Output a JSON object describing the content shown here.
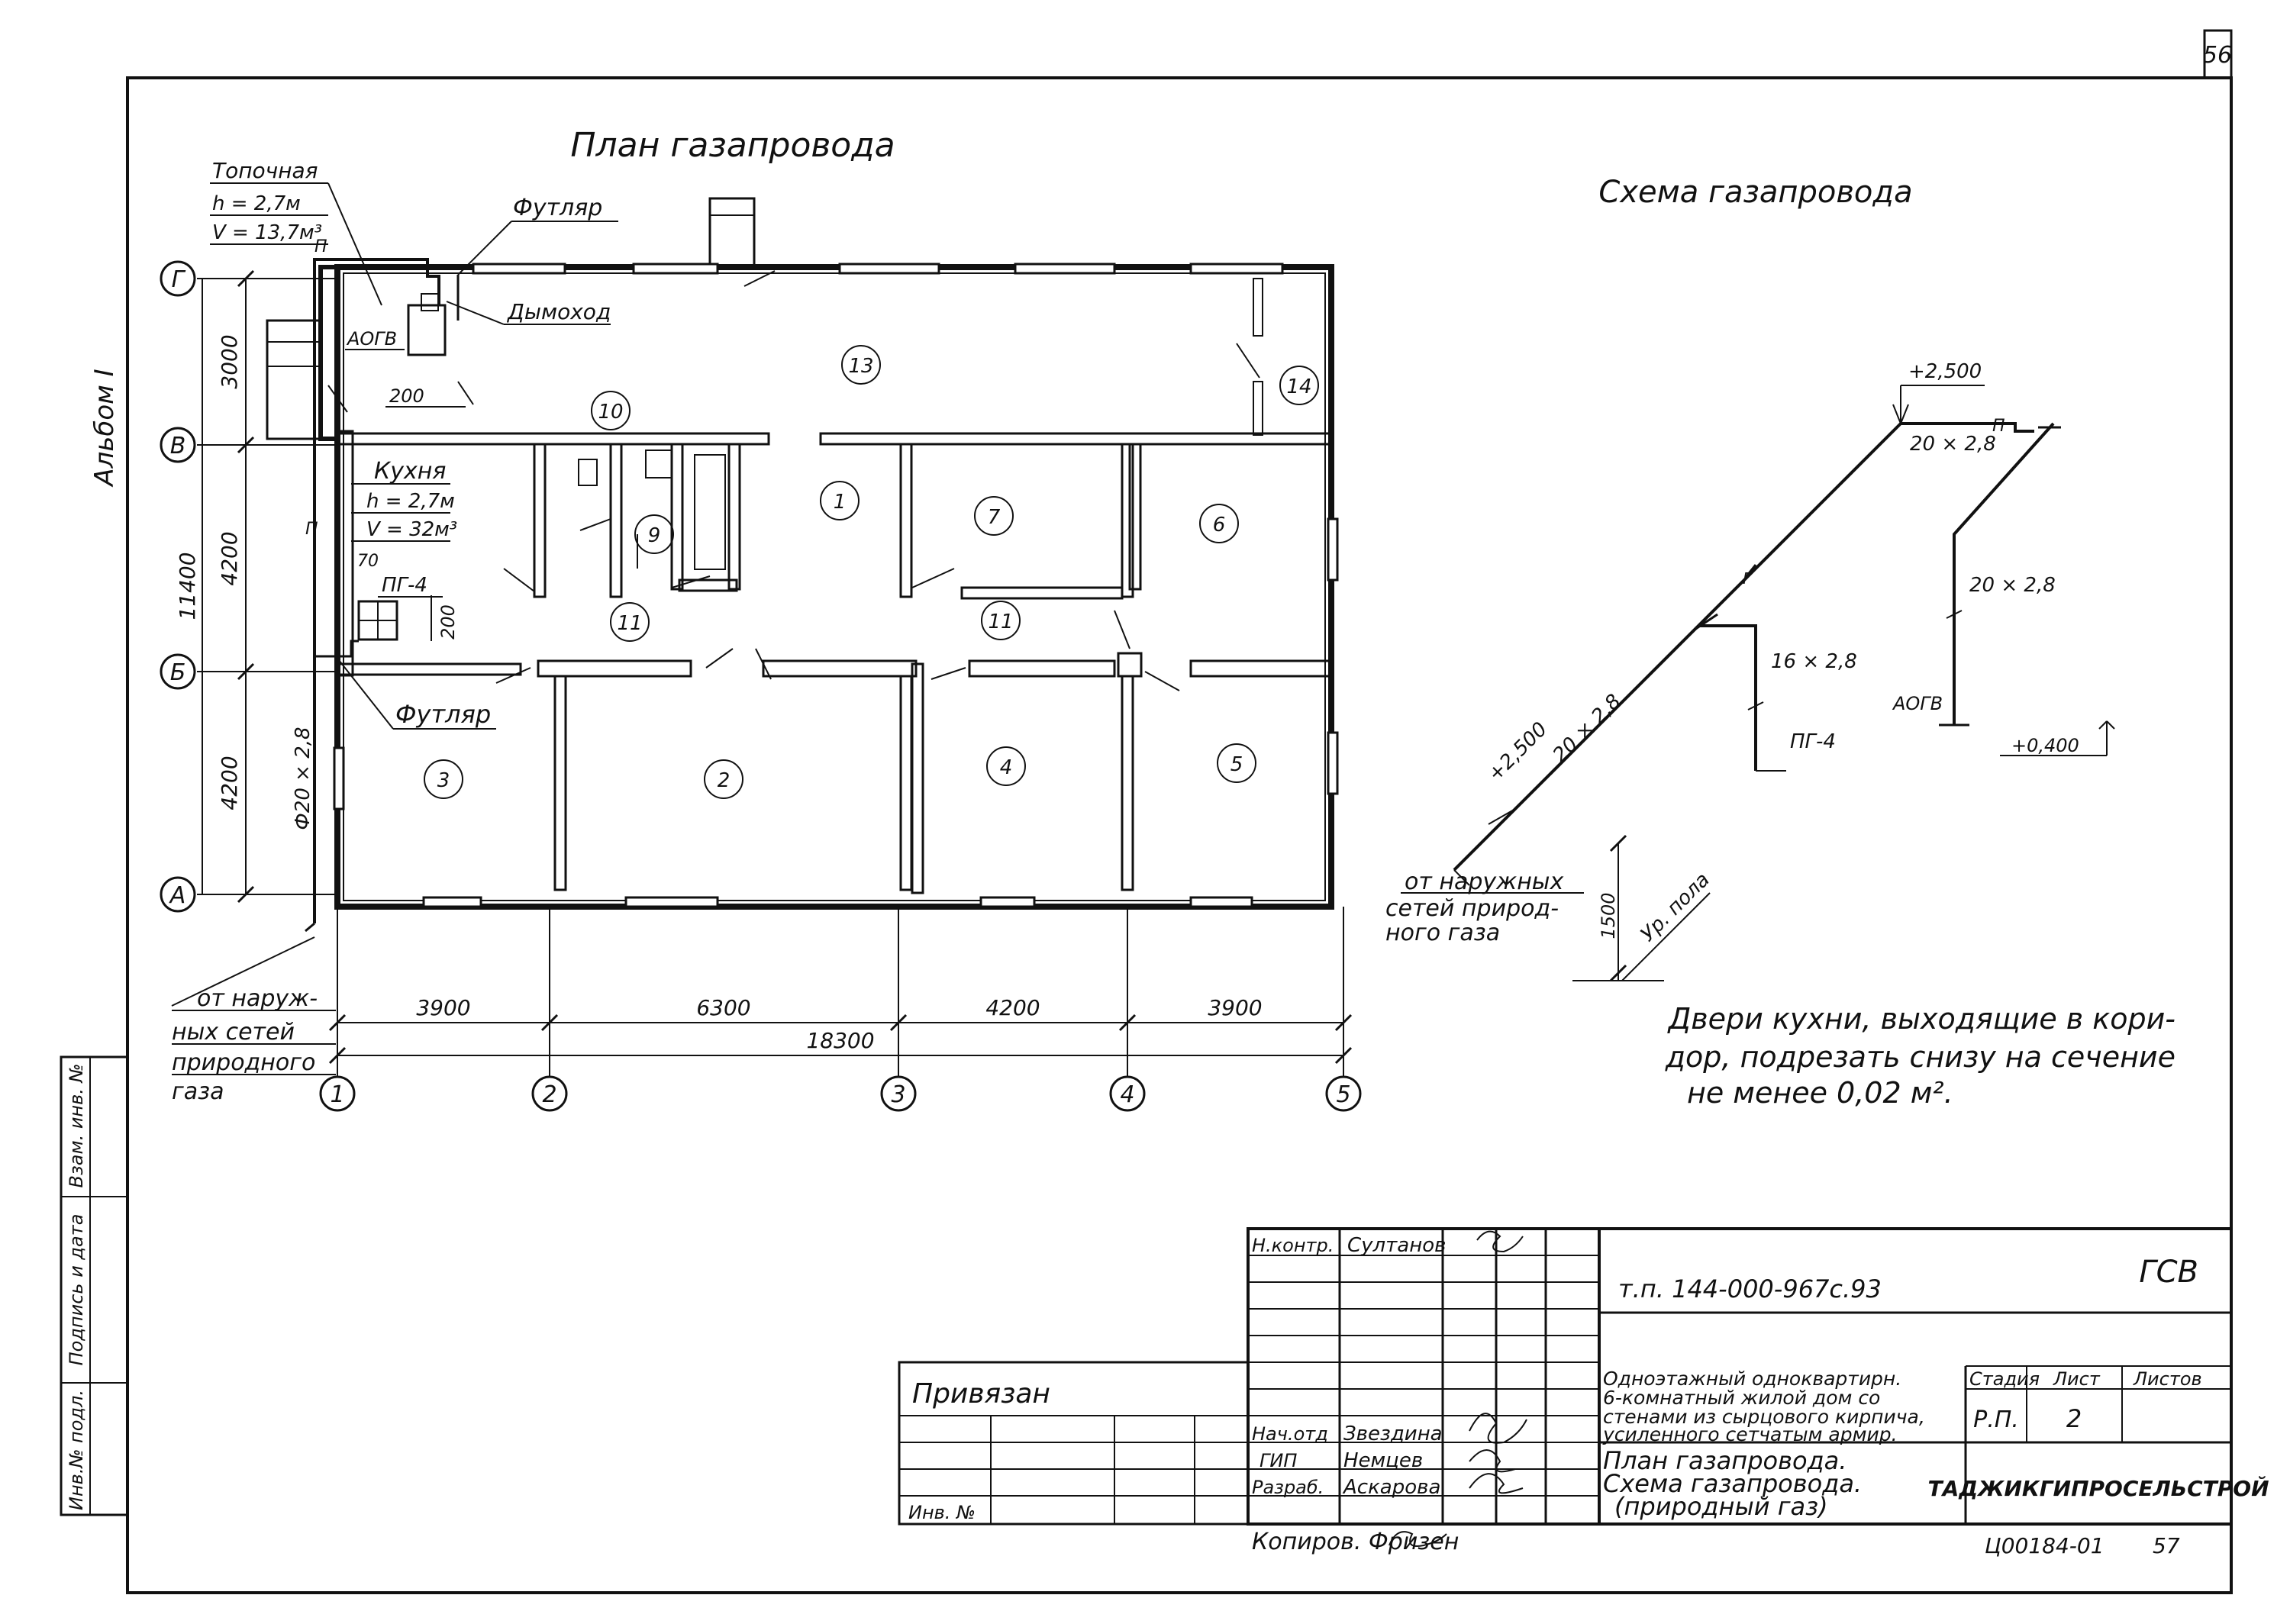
{
  "sheet_number": "56",
  "album": "Альбом I",
  "plan": {
    "title": "План газапровода",
    "axes_letters": [
      "Г",
      "В",
      "Б",
      "А"
    ],
    "axes_numbers": [
      "1",
      "2",
      "3",
      "4",
      "5"
    ],
    "vertical_dims": {
      "total": "11400",
      "segments": [
        "3000",
        "4200",
        "4200"
      ]
    },
    "horizontal_dims": {
      "segments": [
        "3900",
        "6300",
        "4200",
        "3900"
      ],
      "total": "18300"
    },
    "rooms": [
      "13",
      "14",
      "10",
      "1",
      "7",
      "6",
      "9",
      "11",
      "11",
      "3",
      "2",
      "4",
      "5"
    ],
    "topochnaya": {
      "name": "Топочная",
      "h": "h = 2,7м",
      "v": "V = 13,7м³"
    },
    "kitchen": {
      "name": "Кухня",
      "h": "h = 2,7м",
      "v": "V = 32м³"
    },
    "labels": {
      "futlyar_top": "Футляр",
      "dymokhod": "Дымоход",
      "aogv": "АОГВ",
      "dim_200_a": "200",
      "dim_70": "70",
      "pg4": "ПГ-4",
      "dim_200_b": "200",
      "futlyar_bottom": "Футляр",
      "pipe": "Ф20 × 2,8",
      "p_mark_1": "П",
      "p_mark_2": "П"
    },
    "inlet": [
      "от наруж-",
      "ных сетей",
      "природного",
      "газа"
    ]
  },
  "scheme": {
    "title": "Схема газапровода",
    "labels": {
      "top_mark": "+2,500",
      "pipe_top": "20 × 2,8",
      "p_mark": "П",
      "pipe_right": "20 × 2,8",
      "pipe_pg": "16 × 2,8",
      "pg4": "ПГ-4",
      "aogv": "АОГВ",
      "mark_0400": "+0,400",
      "mark_2500_left": "+2,500",
      "pipe_diag": "20 × 2,8",
      "floor": "Ур. пола",
      "dim_1500": "1500",
      "g_mark": "Г"
    },
    "inlet": [
      "от наружных",
      "сетей природ-",
      "ного газа"
    ]
  },
  "note": [
    "Двери кухни, выходящие в кори-",
    "дор, подрезать снизу на сечение",
    "не менее 0,02 м²."
  ],
  "title_block": {
    "n_kontr_label": "Н.контр.",
    "n_kontr_name": "Султанов",
    "doc_code": "т.п. 144-000-967с.93",
    "code_right": "ГСВ",
    "privyazan": "Привязан",
    "inv_no": "Инв. №",
    "roles": [
      {
        "role": "Нач.отд",
        "name": "Звездина"
      },
      {
        "role": "ГИП",
        "name": "Немцев"
      },
      {
        "role": "Разраб.",
        "name": "Аскарова"
      }
    ],
    "description": [
      "Одноэтажный одноквартирн.",
      "6-комнатный жилой дом со",
      "стенами из сырцового кирпича,",
      "усиленного сетчатым армир."
    ],
    "stage_label": "Стадия",
    "sheet_label": "Лист",
    "sheets_label": "Листов",
    "stage": "Р.П.",
    "sheet": "2",
    "drawing_name": [
      "План газапровода.",
      "Схема газапровода.",
      "(природный газ)"
    ],
    "organization": "ТАДЖИКГИПРОСЕЛЬСТРОЙ",
    "copier": "Копиров. Фризен",
    "bottom_code": "Ц00184-01",
    "bottom_num": "57"
  },
  "left_strip": [
    "Инв.№ подл.",
    "Подпись и дата",
    "Взам. инв. №"
  ]
}
